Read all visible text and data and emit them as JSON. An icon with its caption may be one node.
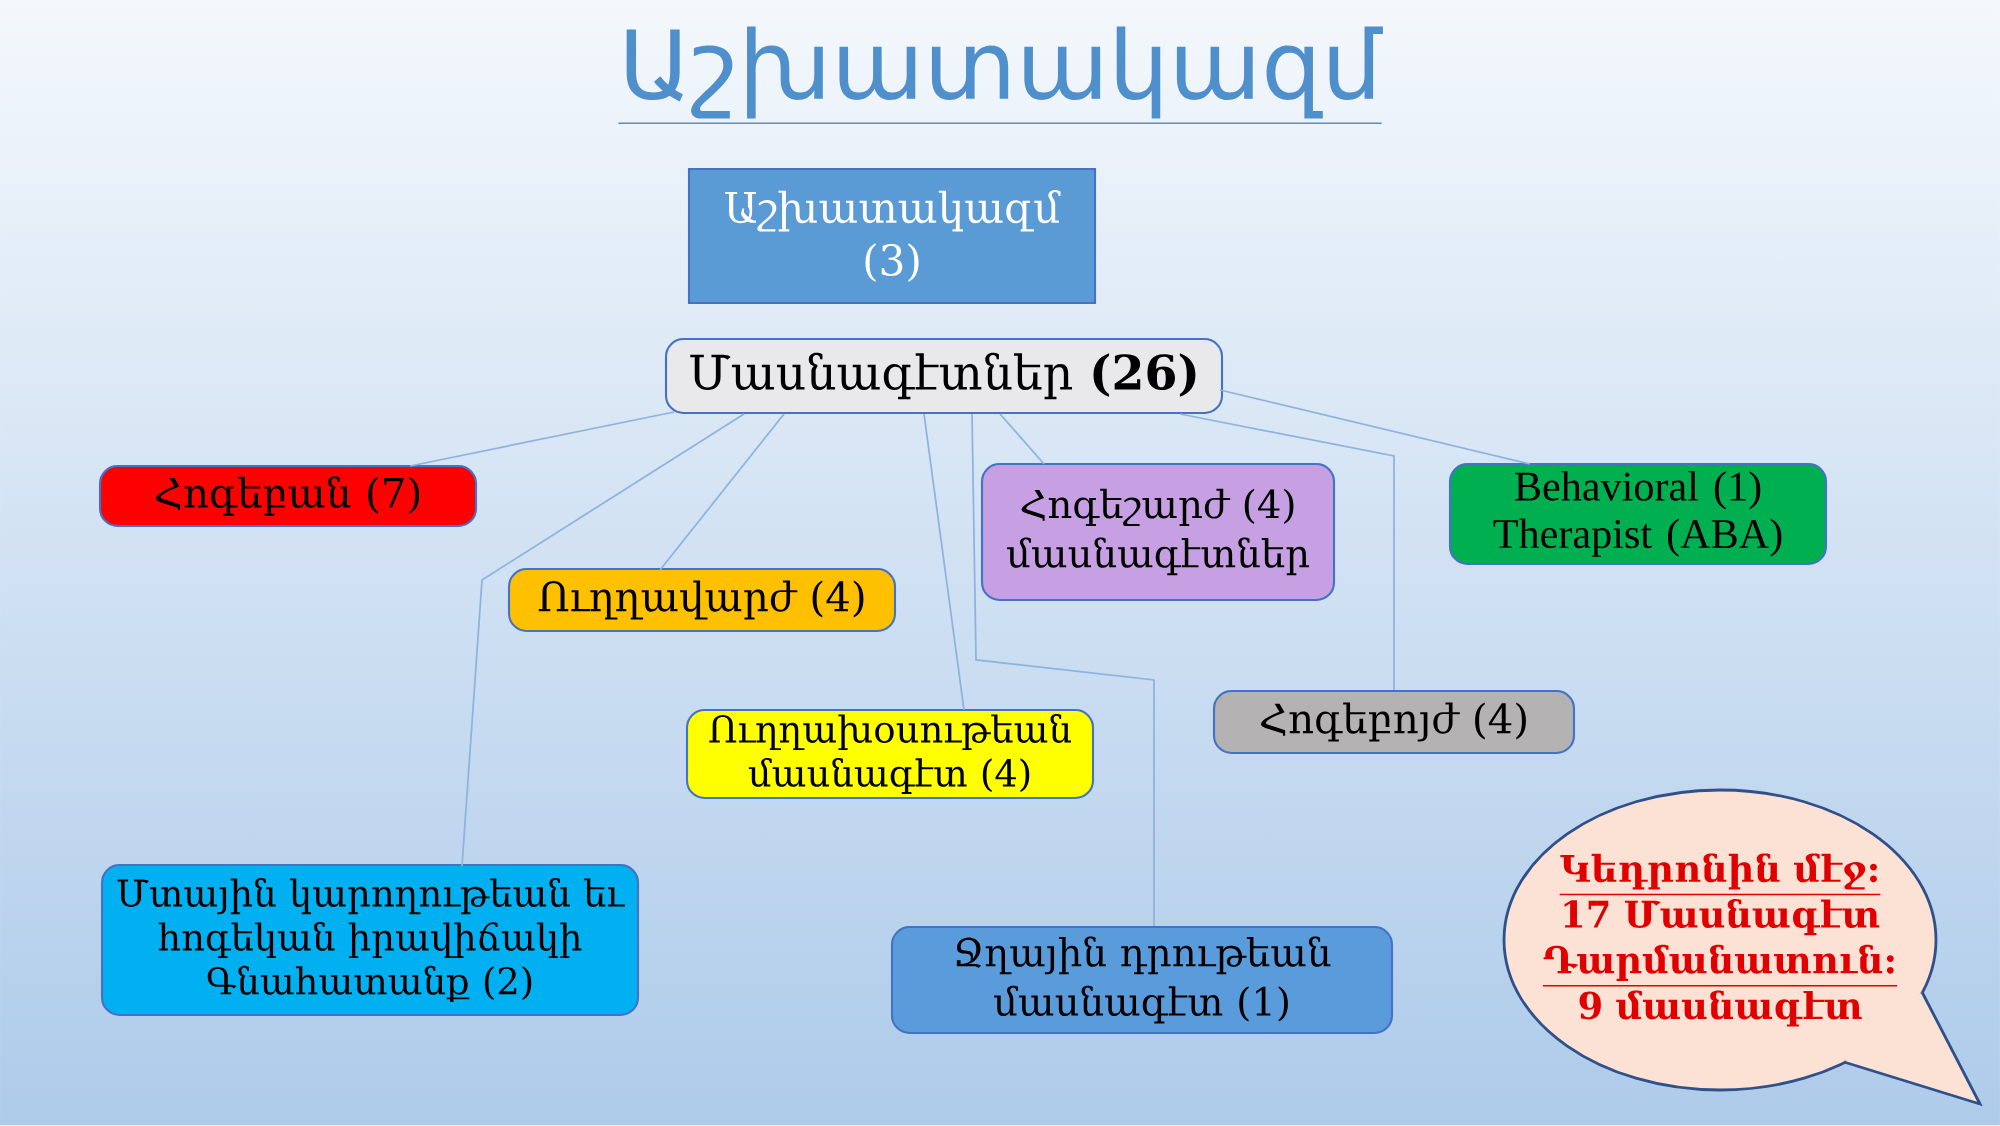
{
  "diagram": {
    "title": "Աշխատակազմ",
    "nodes": [
      {
        "text": [
          "Աշխատակազմ (3)"
        ]
      },
      {
        "text": [
          "Մասնագէտներ **(26)**"
        ]
      },
      {
        "text": [
          "Հոգեբան (7)"
        ]
      },
      {
        "text": [
          "Ուղղավարժ (4)"
        ]
      },
      {
        "text": [
          "Հոգեշարժ (4) մասնագէտներ"
        ]
      },
      {
        "text": [
          "Behavioral (1) Therapist (ABA)"
        ]
      },
      {
        "text": [
          "Ուղղախօսութեան մասնագէտ (4)"
        ]
      },
      {
        "text": [
          "Հոգեբոյժ (4)"
        ]
      },
      {
        "text": [
          "Մտային կարողութեան եւ հոգեկան իրավիճակի Գնահատանք (2)"
        ]
      },
      {
        "text": [
          "Ջղային դրութեան մասնագէտ (1)"
        ]
      },
      {
        "text": [
          "Կեդրոնին մէջ:",
          "17 Մասնագէտ",
          "Դարմանատուն:",
          "9 մասնագէտ"
        ]
      }
    ],
    "edges": [
      {
        "from": 1,
        "to": 2,
        "arrow": "none"
      },
      {
        "from": 1,
        "to": 3,
        "arrow": "none"
      },
      {
        "from": 1,
        "to": 4,
        "arrow": "none"
      },
      {
        "from": 1,
        "to": 5,
        "arrow": "none"
      },
      {
        "from": 1,
        "to": 6,
        "arrow": "none"
      },
      {
        "from": 1,
        "to": 7,
        "arrow": "none"
      },
      {
        "from": 1,
        "to": 8,
        "arrow": "none"
      },
      {
        "from": 1,
        "to": 9,
        "arrow": "none"
      }
    ]
  }
}
